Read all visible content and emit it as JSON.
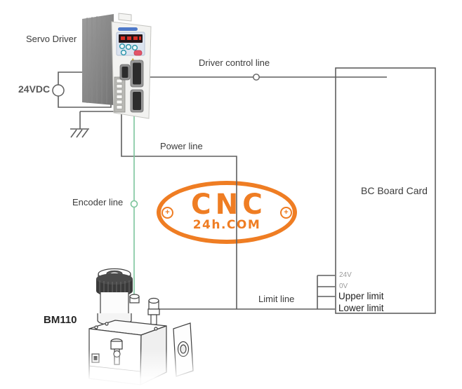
{
  "labels": {
    "servo_driver": "Servo Driver",
    "power_supply": "24VDC",
    "driver_control_line": "Driver control line",
    "power_line": "Power line",
    "encoder_line": "Encoder line",
    "motor_model": "BM110",
    "board_card": "BC Board Card",
    "limit_line": "Limit line"
  },
  "board_pins": {
    "pin_24v": "24V",
    "pin_0v": "0V",
    "pin_upper": "Upper limit",
    "pin_lower": "Lower limit"
  },
  "watermark": {
    "brand": "CNC",
    "domain": "24h.COM",
    "plus_glyph": "+"
  },
  "colors": {
    "wire": "#5f5f5f",
    "encoder_wire": "#7cc49c",
    "watermark_orange": "#EF7D23",
    "label_text": "#3b3b3b",
    "muted_pin_text": "#9b9b9b"
  }
}
